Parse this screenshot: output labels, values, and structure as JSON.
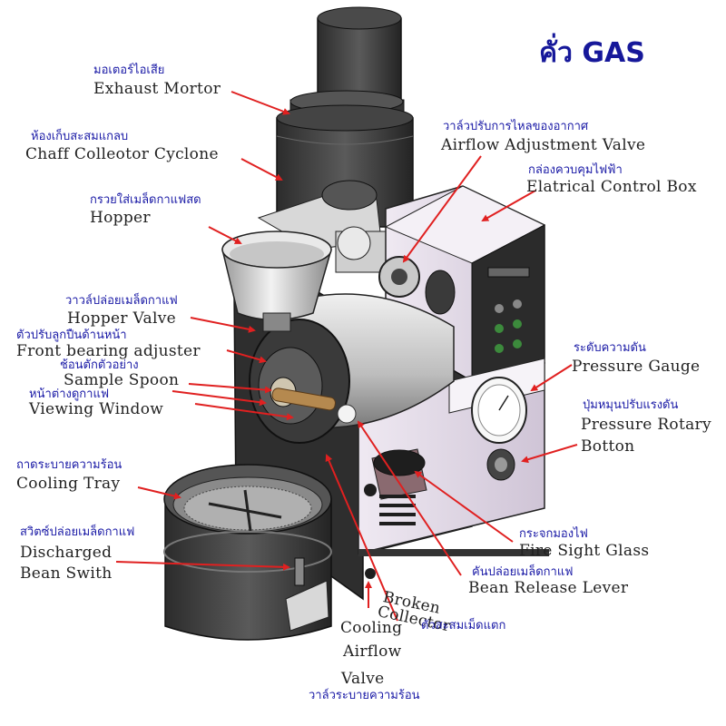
{
  "title": "คั่ว GAS",
  "labels": [
    {
      "id": "exhaust-motor",
      "th": "มอเตอร์ไอเสีย",
      "en": "Exhaust Mortor"
    },
    {
      "id": "chaff-cyclone",
      "th": "ห้องเก็บสะสมแกลบ",
      "en": "Chaff Colleotor Cyclone"
    },
    {
      "id": "hopper",
      "th": "กรวยใส่เมล็ดกาแฟสด",
      "en": "Hopper"
    },
    {
      "id": "hopper-valve",
      "th": "วาวล์ปล่อยเมล็ดกาแฟ",
      "en": "Hopper Valve"
    },
    {
      "id": "front-bearing",
      "th": "ตัวปรับลูกปืนด้านหน้า",
      "en": "Front bearing adjuster"
    },
    {
      "id": "sample-spoon",
      "th": "ช้อนตักตัวอย่าง",
      "en": "Sample Spoon"
    },
    {
      "id": "viewing-window",
      "th": "หน้าต่างดูกาแฟ",
      "en": "Viewing Window"
    },
    {
      "id": "cooling-tray",
      "th": "ถาดระบายความร้อน",
      "en": "Cooling Tray"
    },
    {
      "id": "discharged-switch",
      "th": "สวิตซ์ปล่อยเมล็ดกาแฟ",
      "en_lines": [
        "Discharged",
        "Bean Swith"
      ]
    },
    {
      "id": "airflow-valve",
      "th": "วาล์วปรับการไหลของอากาศ",
      "en": "Airflow Adjustment Valve"
    },
    {
      "id": "control-box",
      "th": "กล่องควบคุมไฟฟ้า",
      "en": "Elatrical Control Box"
    },
    {
      "id": "pressure-gauge",
      "th": "ระดับความดัน",
      "en": "Pressure Gauge"
    },
    {
      "id": "pressure-rotary",
      "th": "ปุ่มหมุนปรับแรงดัน",
      "en_lines": [
        "Pressure Rotary",
        "Botton"
      ]
    },
    {
      "id": "fire-sight",
      "th": "กระจกมองไฟ",
      "en": "Fire Sight Glass"
    },
    {
      "id": "bean-release",
      "th": "คันปล่อยเมล็ดกาแฟ",
      "en": "Bean Release Lever"
    },
    {
      "id": "broken-collector",
      "th": "ตัวสะสมเม็ดแตก",
      "en_lines": [
        "Broken",
        "Collector"
      ]
    },
    {
      "id": "cooling-airflow",
      "th": "วาล์วระบายความร้อน",
      "en_lines": [
        "Cooling",
        "Airflow",
        "Valve"
      ]
    }
  ],
  "colors": {
    "label_th": "#1a1aa6",
    "arrow": "#e02020",
    "title": "#16189a",
    "machine_dark": "#3b3b3b",
    "panel_lavender": "#e3dbe8"
  }
}
